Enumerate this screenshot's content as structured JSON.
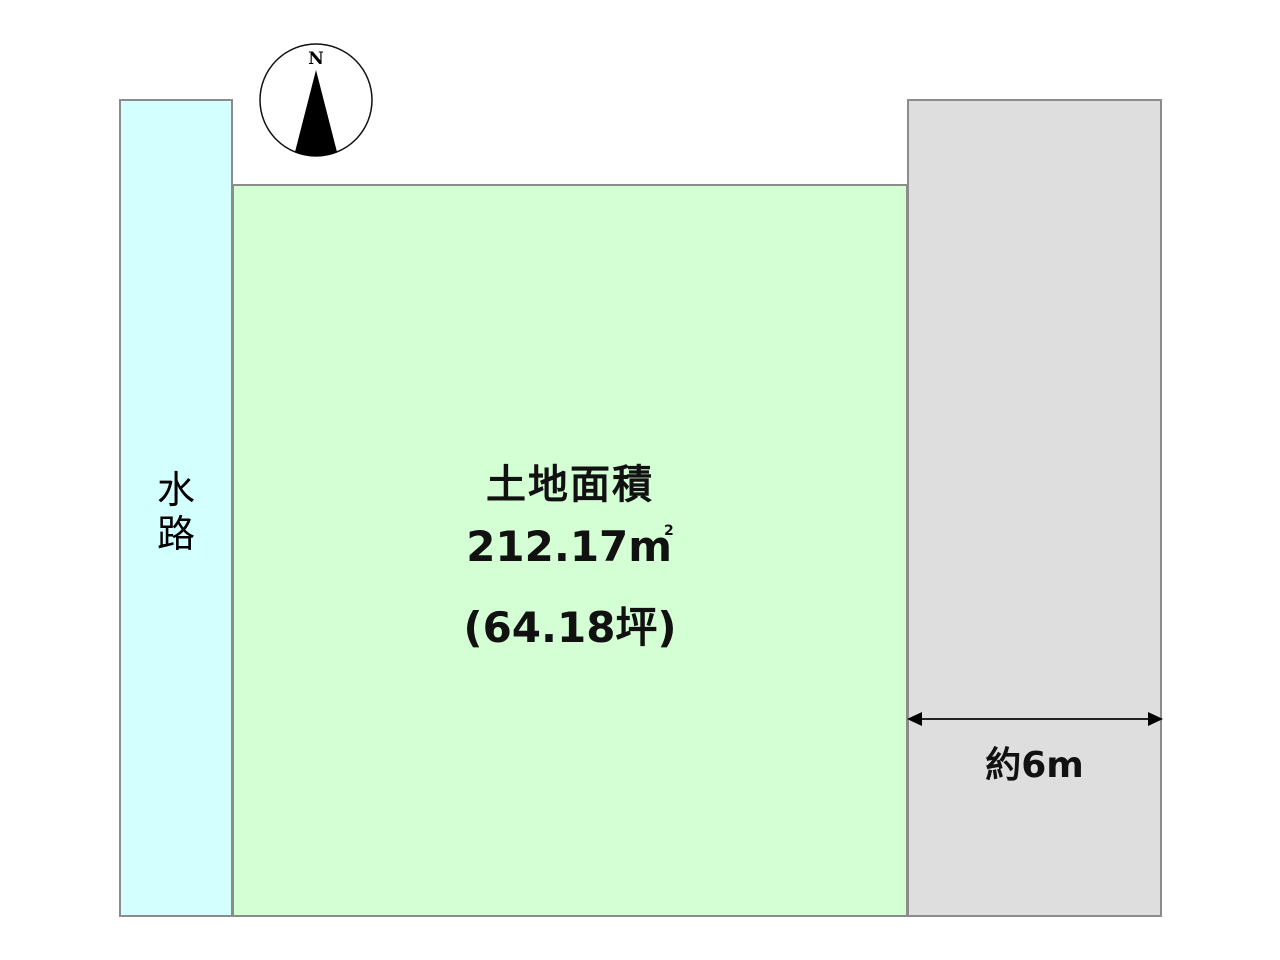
{
  "diagram": {
    "type": "land-plot-map",
    "compass": {
      "label": "N",
      "direction": "north-up"
    },
    "regions": {
      "waterway": {
        "label_chars": [
          "水",
          "路"
        ],
        "label": "水路",
        "color": "#d4ffff"
      },
      "land": {
        "title": "土地面積",
        "area_sqm": "212.17㎡",
        "area_sqm_value": "212.17",
        "area_sqm_unit": "m",
        "area_sqm_superscript": "2",
        "area_tsubo": "(64.18坪)",
        "color": "#d4ffd4"
      },
      "road": {
        "color": "#dedede",
        "width_label": "約6m"
      }
    },
    "border_color": "#8c8c8c"
  }
}
